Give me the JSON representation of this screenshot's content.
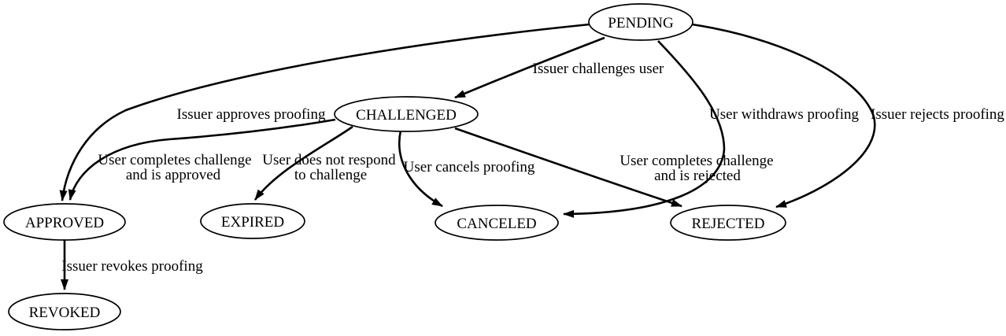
{
  "diagram": {
    "title": "Identity proofing state diagram",
    "colors": {
      "background": "#ffffff",
      "stroke": "#000000",
      "text": "#000000",
      "node_fill": "#ffffff"
    },
    "nodes": {
      "pending": {
        "label": "PENDING"
      },
      "challenged": {
        "label": "CHALLENGED"
      },
      "approved": {
        "label": "APPROVED"
      },
      "expired": {
        "label": "EXPIRED"
      },
      "canceled": {
        "label": "CANCELED"
      },
      "rejected": {
        "label": "REJECTED"
      },
      "revoked": {
        "label": "REVOKED"
      }
    },
    "edges": {
      "pending_challenged": {
        "from": "PENDING",
        "to": "CHALLENGED",
        "label": "Issuer challenges user"
      },
      "pending_approved": {
        "from": "PENDING",
        "to": "APPROVED",
        "label": "Issuer approves proofing"
      },
      "pending_canceled": {
        "from": "PENDING",
        "to": "CANCELED",
        "label": "User withdraws proofing"
      },
      "pending_rejected": {
        "from": "PENDING",
        "to": "REJECTED",
        "label": "Issuer rejects proofing"
      },
      "challenged_approved": {
        "from": "CHALLENGED",
        "to": "APPROVED",
        "lines": [
          "User completes challenge",
          "and is approved"
        ]
      },
      "challenged_expired": {
        "from": "CHALLENGED",
        "to": "EXPIRED",
        "lines": [
          "User does not respond",
          "to challenge"
        ]
      },
      "challenged_canceled": {
        "from": "CHALLENGED",
        "to": "CANCELED",
        "label": "User cancels proofing"
      },
      "challenged_rejected": {
        "from": "CHALLENGED",
        "to": "REJECTED",
        "lines": [
          "User completes challenge",
          "and is rejected"
        ]
      },
      "approved_revoked": {
        "from": "APPROVED",
        "to": "REVOKED",
        "label": "Issuer revokes proofing"
      }
    }
  }
}
